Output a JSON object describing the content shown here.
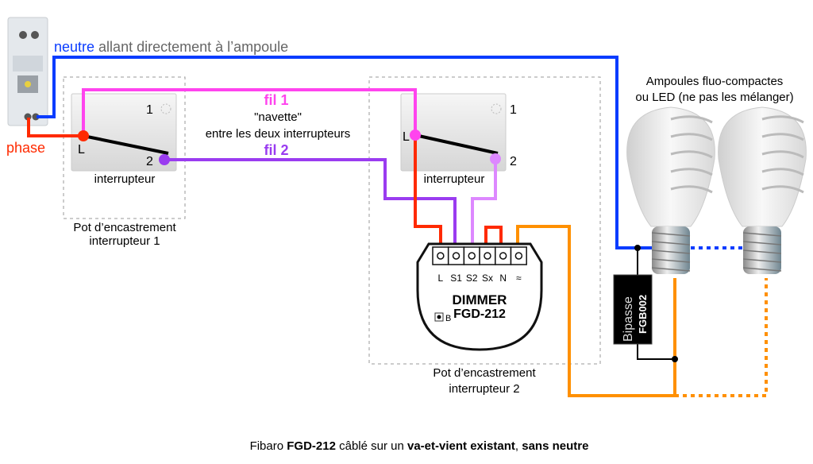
{
  "labels": {
    "neutre_word": "neutre",
    "neutre_rest": " allant directement à l’ampoule",
    "phase": "phase",
    "fil1": "fil 1",
    "navette": "\"navette\"",
    "entre": "entre les deux interrupteurs",
    "fil2": "fil 2",
    "switch1_label": "interrupteur",
    "switch2_label": "interrupteur",
    "pot1_line1": "Pot d’encastrement",
    "pot1_line2": "interrupteur 1",
    "pot2_line1": "Pot d’encastrement",
    "pot2_line2": "interrupteur 2",
    "bulbs_line1": "Ampoules fluo-compactes",
    "bulbs_line2": "ou LED (ne pas les mélanger)",
    "terminal_1": "1",
    "terminal_2": "2",
    "terminal_L": "L"
  },
  "dimmer": {
    "title": "DIMMER",
    "model": "FGD-212",
    "button": "B",
    "terminals": [
      "L",
      "S1",
      "S2",
      "Sx",
      "N",
      "≈"
    ]
  },
  "bypass": {
    "label": "Bipasse",
    "model": "FGB002"
  },
  "caption": {
    "p1": "Fibaro ",
    "b1": "FGD-212",
    "p2": " câblé sur un ",
    "b2": "va-et-vient existant",
    "p3": ", ",
    "b3": "sans neutre"
  },
  "colors": {
    "neutral": "#0a3cff",
    "phase": "#ff2a00",
    "fil1": "#ff44ee",
    "fil2": "#9a3cf0",
    "s2_wire": "#dd88ff",
    "load": "#ff9000"
  }
}
